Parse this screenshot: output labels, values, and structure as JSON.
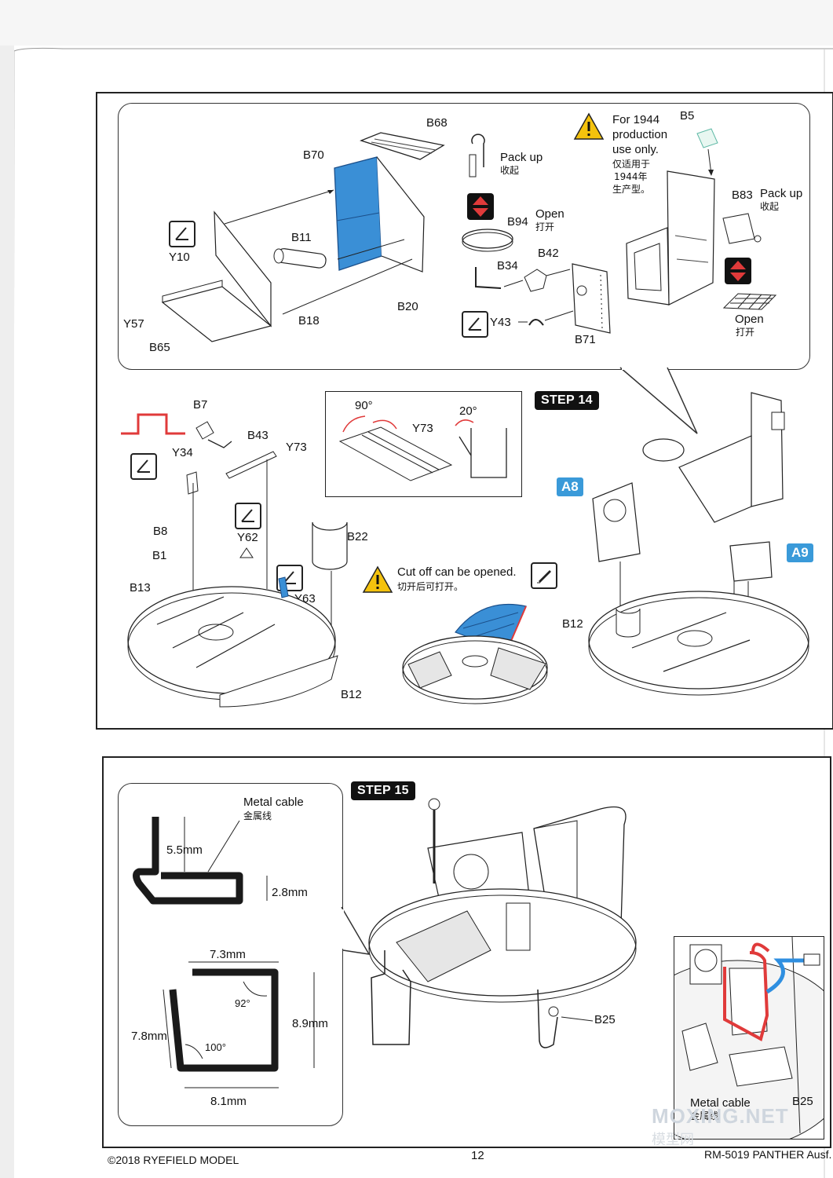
{
  "top_callout": {
    "labels": {
      "b68": "B68",
      "b70": "B70",
      "b11": "B11",
      "b20": "B20",
      "b18": "B18",
      "y10": "Y10",
      "y57": "Y57",
      "b65": "B65",
      "b94": "B94",
      "b34": "B34",
      "b42": "B42",
      "y43": "Y43",
      "b71": "B71",
      "b5": "B5",
      "b83": "B83"
    },
    "pack_up_1": "Pack up",
    "pack_up_1_cn": "收起",
    "open_1": "Open",
    "open_1_cn": "打开",
    "note_1944": [
      "For 1944",
      "production",
      "use only."
    ],
    "note_1944_cn": [
      "仅适用于",
      "1944年",
      "生产型。"
    ],
    "pack_up_2": "Pack up",
    "pack_up_2_cn": "收起",
    "open_2": "Open",
    "open_2_cn": "打开"
  },
  "step14": {
    "title": "STEP 14",
    "labels": {
      "b7": "B7",
      "b43": "B43",
      "y73": "Y73",
      "y34": "Y34",
      "b8": "B8",
      "y62": "Y62",
      "b1": "B1",
      "b22": "B22",
      "b13": "B13",
      "y63": "Y63",
      "b12a": "B12",
      "b12b": "B12",
      "a8": "A8",
      "a9": "A9"
    },
    "bend_angle_1": "90°",
    "bend_part": "Y73",
    "bend_angle_2": "20°",
    "cut_note": "Cut off can be opened.",
    "cut_note_cn": "切开后可打开。"
  },
  "step15": {
    "title": "STEP 15",
    "cable_label": "Metal cable",
    "cable_label_cn": "金属线",
    "dims": {
      "d55": "5.5mm",
      "d28": "2.8mm",
      "d73": "7.3mm",
      "a92": "92°",
      "d89": "8.9mm",
      "d78": "7.8mm",
      "a100": "100°",
      "d81": "8.1mm"
    },
    "b25": "B25",
    "detail_cable": "Metal cable",
    "detail_cable_cn": "金属线",
    "detail_b25": "B25"
  },
  "footer": {
    "copyright": "©2018 RYEFIELD MODEL",
    "page_number": "12",
    "product": "RM-5019 PANTHER Ausf."
  },
  "watermark": {
    "text": "MOXING.NET",
    "cn": "模型网"
  },
  "colors": {
    "blue_part": "#3a8fd6",
    "red_cable": "#e03a3a",
    "blue_cable": "#2f8fe0",
    "step_badge": "#111111",
    "assembly_badge": "#3a9ad9",
    "warning": "#f4c20d"
  }
}
